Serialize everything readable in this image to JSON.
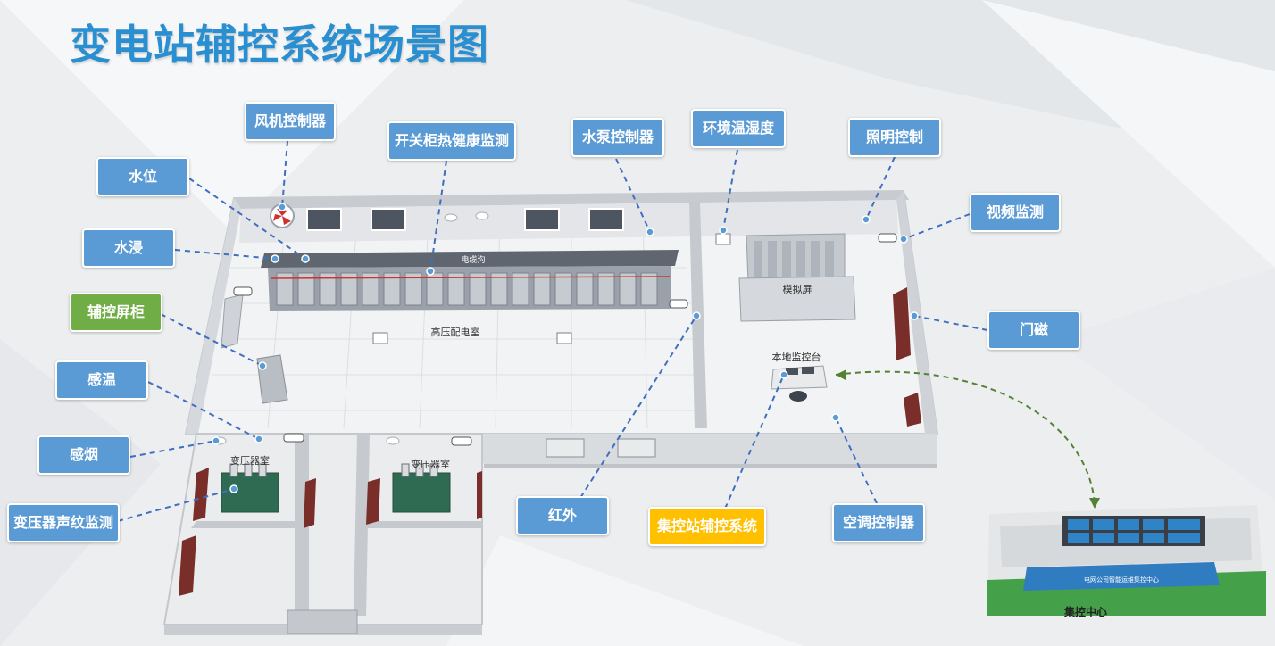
{
  "title": "变电站辅控系统场景图",
  "labels": {
    "fan_controller": "风机控制器",
    "cabinet_health": "开关柜热健康监测",
    "pump_controller": "水泵控制器",
    "env_temp_humidity": "环境温湿度",
    "lighting": "照明控制",
    "video": "视频监测",
    "water_level": "水位",
    "water_flood": "水浸",
    "aux_cabinet": "辅控屏柜",
    "temp_sensor": "感温",
    "smoke_sensor": "感烟",
    "transformer_acoustic": "变压器声纹监测",
    "infrared": "红外",
    "central_aux_system": "集控站辅控系统",
    "ac_controller": "空调控制器",
    "door_magnet": "门磁"
  },
  "scene_text": {
    "cable_trench": "电缆沟",
    "hv_room": "高压配电室",
    "sim_screen": "模拟屏",
    "local_console": "本地监控台",
    "transformer_room_1": "变压器室",
    "transformer_room_2": "变压器室",
    "control_center": "集控中心",
    "control_center_sign": "电网公司智能运维集控中心"
  },
  "colors": {
    "label_blue": "#5b9bd5",
    "label_green": "#70ad47",
    "label_yellow": "#ffc000",
    "title_blue": "#2a8fd0",
    "leader_blue": "#3f6fbf",
    "leader_green": "#548235"
  }
}
